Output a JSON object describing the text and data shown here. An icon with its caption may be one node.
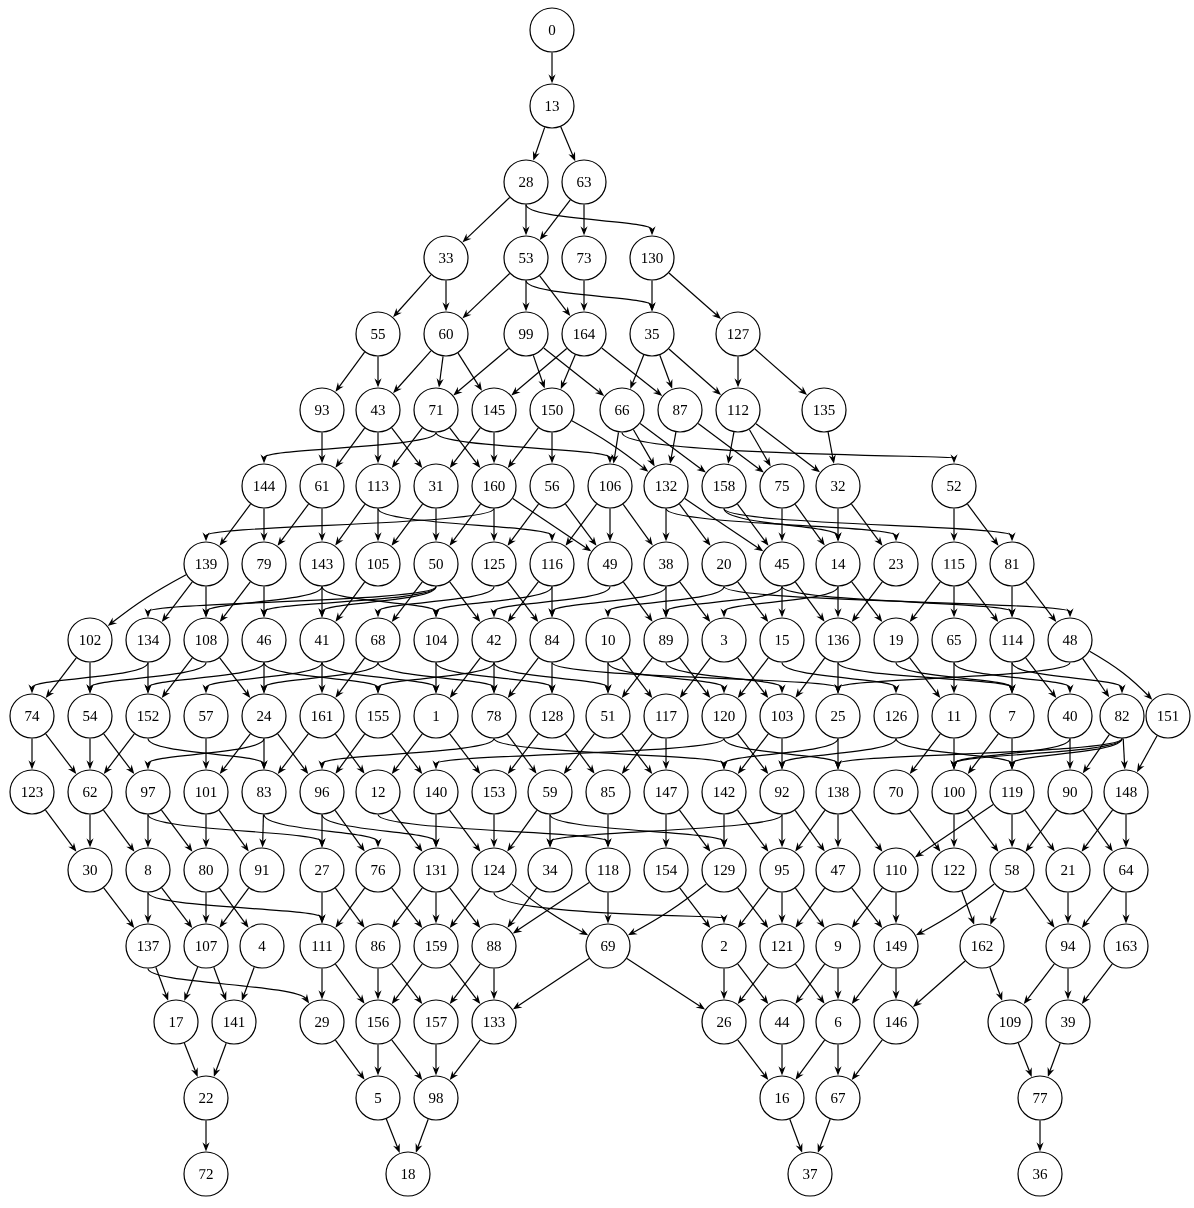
{
  "diagram": {
    "nodes": [
      {
        "text": [
          "0"
        ]
      },
      {
        "text": [
          "13"
        ]
      },
      {
        "text": [
          "28"
        ]
      },
      {
        "text": [
          "63"
        ]
      },
      {
        "text": [
          "33"
        ]
      },
      {
        "text": [
          "53"
        ]
      },
      {
        "text": [
          "73"
        ]
      },
      {
        "text": [
          "130"
        ]
      },
      {
        "text": [
          "55"
        ]
      },
      {
        "text": [
          "60"
        ]
      },
      {
        "text": [
          "99"
        ]
      },
      {
        "text": [
          "164"
        ]
      },
      {
        "text": [
          "35"
        ]
      },
      {
        "text": [
          "127"
        ]
      },
      {
        "text": [
          "93"
        ]
      },
      {
        "text": [
          "43"
        ]
      },
      {
        "text": [
          "71"
        ]
      },
      {
        "text": [
          "145"
        ]
      },
      {
        "text": [
          "150"
        ]
      },
      {
        "text": [
          "66"
        ]
      },
      {
        "text": [
          "87"
        ]
      },
      {
        "text": [
          "112"
        ]
      },
      {
        "text": [
          "135"
        ]
      },
      {
        "text": [
          "144"
        ]
      },
      {
        "text": [
          "61"
        ]
      },
      {
        "text": [
          "113"
        ]
      },
      {
        "text": [
          "31"
        ]
      },
      {
        "text": [
          "160"
        ]
      },
      {
        "text": [
          "56"
        ]
      },
      {
        "text": [
          "106"
        ]
      },
      {
        "text": [
          "132"
        ]
      },
      {
        "text": [
          "158"
        ]
      },
      {
        "text": [
          "75"
        ]
      },
      {
        "text": [
          "32"
        ]
      },
      {
        "text": [
          "52"
        ]
      },
      {
        "text": [
          "139"
        ]
      },
      {
        "text": [
          "79"
        ]
      },
      {
        "text": [
          "143"
        ]
      },
      {
        "text": [
          "105"
        ]
      },
      {
        "text": [
          "50"
        ]
      },
      {
        "text": [
          "125"
        ]
      },
      {
        "text": [
          "116"
        ]
      },
      {
        "text": [
          "49"
        ]
      },
      {
        "text": [
          "38"
        ]
      },
      {
        "text": [
          "20"
        ]
      },
      {
        "text": [
          "45"
        ]
      },
      {
        "text": [
          "14"
        ]
      },
      {
        "text": [
          "23"
        ]
      },
      {
        "text": [
          "115"
        ]
      },
      {
        "text": [
          "81"
        ]
      },
      {
        "text": [
          "102"
        ]
      },
      {
        "text": [
          "134"
        ]
      },
      {
        "text": [
          "108"
        ]
      },
      {
        "text": [
          "46"
        ]
      },
      {
        "text": [
          "41"
        ]
      },
      {
        "text": [
          "68"
        ]
      },
      {
        "text": [
          "104"
        ]
      },
      {
        "text": [
          "42"
        ]
      },
      {
        "text": [
          "84"
        ]
      },
      {
        "text": [
          "10"
        ]
      },
      {
        "text": [
          "89"
        ]
      },
      {
        "text": [
          "3"
        ]
      },
      {
        "text": [
          "15"
        ]
      },
      {
        "text": [
          "136"
        ]
      },
      {
        "text": [
          "19"
        ]
      },
      {
        "text": [
          "65"
        ]
      },
      {
        "text": [
          "114"
        ]
      },
      {
        "text": [
          "48"
        ]
      },
      {
        "text": [
          "74"
        ]
      },
      {
        "text": [
          "54"
        ]
      },
      {
        "text": [
          "152"
        ]
      },
      {
        "text": [
          "57"
        ]
      },
      {
        "text": [
          "24"
        ]
      },
      {
        "text": [
          "161"
        ]
      },
      {
        "text": [
          "155"
        ]
      },
      {
        "text": [
          "1"
        ]
      },
      {
        "text": [
          "78"
        ]
      },
      {
        "text": [
          "128"
        ]
      },
      {
        "text": [
          "51"
        ]
      },
      {
        "text": [
          "117"
        ]
      },
      {
        "text": [
          "120"
        ]
      },
      {
        "text": [
          "103"
        ]
      },
      {
        "text": [
          "25"
        ]
      },
      {
        "text": [
          "126"
        ]
      },
      {
        "text": [
          "11"
        ]
      },
      {
        "text": [
          "7"
        ]
      },
      {
        "text": [
          "40"
        ]
      },
      {
        "text": [
          "82"
        ]
      },
      {
        "text": [
          "151"
        ]
      },
      {
        "text": [
          "123"
        ]
      },
      {
        "text": [
          "62"
        ]
      },
      {
        "text": [
          "97"
        ]
      },
      {
        "text": [
          "101"
        ]
      },
      {
        "text": [
          "83"
        ]
      },
      {
        "text": [
          "96"
        ]
      },
      {
        "text": [
          "12"
        ]
      },
      {
        "text": [
          "140"
        ]
      },
      {
        "text": [
          "153"
        ]
      },
      {
        "text": [
          "59"
        ]
      },
      {
        "text": [
          "85"
        ]
      },
      {
        "text": [
          "147"
        ]
      },
      {
        "text": [
          "142"
        ]
      },
      {
        "text": [
          "92"
        ]
      },
      {
        "text": [
          "138"
        ]
      },
      {
        "text": [
          "70"
        ]
      },
      {
        "text": [
          "100"
        ]
      },
      {
        "text": [
          "119"
        ]
      },
      {
        "text": [
          "90"
        ]
      },
      {
        "text": [
          "148"
        ]
      },
      {
        "text": [
          "30"
        ]
      },
      {
        "text": [
          "8"
        ]
      },
      {
        "text": [
          "80"
        ]
      },
      {
        "text": [
          "91"
        ]
      },
      {
        "text": [
          "27"
        ]
      },
      {
        "text": [
          "76"
        ]
      },
      {
        "text": [
          "131"
        ]
      },
      {
        "text": [
          "124"
        ]
      },
      {
        "text": [
          "34"
        ]
      },
      {
        "text": [
          "118"
        ]
      },
      {
        "text": [
          "154"
        ]
      },
      {
        "text": [
          "129"
        ]
      },
      {
        "text": [
          "95"
        ]
      },
      {
        "text": [
          "47"
        ]
      },
      {
        "text": [
          "110"
        ]
      },
      {
        "text": [
          "122"
        ]
      },
      {
        "text": [
          "58"
        ]
      },
      {
        "text": [
          "21"
        ]
      },
      {
        "text": [
          "64"
        ]
      },
      {
        "text": [
          "137"
        ]
      },
      {
        "text": [
          "107"
        ]
      },
      {
        "text": [
          "4"
        ]
      },
      {
        "text": [
          "111"
        ]
      },
      {
        "text": [
          "86"
        ]
      },
      {
        "text": [
          "159"
        ]
      },
      {
        "text": [
          "88"
        ]
      },
      {
        "text": [
          "69"
        ]
      },
      {
        "text": [
          "2"
        ]
      },
      {
        "text": [
          "121"
        ]
      },
      {
        "text": [
          "9"
        ]
      },
      {
        "text": [
          "149"
        ]
      },
      {
        "text": [
          "162"
        ]
      },
      {
        "text": [
          "94"
        ]
      },
      {
        "text": [
          "163"
        ]
      },
      {
        "text": [
          "17"
        ]
      },
      {
        "text": [
          "141"
        ]
      },
      {
        "text": [
          "29"
        ]
      },
      {
        "text": [
          "156"
        ]
      },
      {
        "text": [
          "157"
        ]
      },
      {
        "text": [
          "133"
        ]
      },
      {
        "text": [
          "26"
        ]
      },
      {
        "text": [
          "44"
        ]
      },
      {
        "text": [
          "6"
        ]
      },
      {
        "text": [
          "146"
        ]
      },
      {
        "text": [
          "109"
        ]
      },
      {
        "text": [
          "39"
        ]
      },
      {
        "text": [
          "22"
        ]
      },
      {
        "text": [
          "5"
        ]
      },
      {
        "text": [
          "98"
        ]
      },
      {
        "text": [
          "16"
        ]
      },
      {
        "text": [
          "67"
        ]
      },
      {
        "text": [
          "77"
        ]
      },
      {
        "text": [
          "72"
        ]
      },
      {
        "text": [
          "18"
        ]
      },
      {
        "text": [
          "37"
        ]
      },
      {
        "text": [
          "36"
        ]
      }
    ],
    "edges": [
      {
        "from": 0,
        "to": 1,
        "arrow": "to"
      },
      {
        "from": 1,
        "to": 2,
        "arrow": "to"
      },
      {
        "from": 1,
        "to": 3,
        "arrow": "to"
      },
      {
        "from": 2,
        "to": 4,
        "arrow": "to"
      },
      {
        "from": 2,
        "to": 5,
        "arrow": "to"
      },
      {
        "from": 2,
        "to": 7,
        "arrow": "to"
      },
      {
        "from": 3,
        "to": 5,
        "arrow": "to"
      },
      {
        "from": 3,
        "to": 6,
        "arrow": "to"
      },
      {
        "from": 5,
        "to": 9,
        "arrow": "to"
      },
      {
        "from": 5,
        "to": 10,
        "arrow": "to"
      },
      {
        "from": 5,
        "to": 11,
        "arrow": "to"
      },
      {
        "from": 5,
        "to": 12,
        "arrow": "to"
      },
      {
        "from": 6,
        "to": 11,
        "arrow": "to"
      },
      {
        "from": 7,
        "to": 12,
        "arrow": "to"
      },
      {
        "from": 7,
        "to": 13,
        "arrow": "to"
      },
      {
        "from": 4,
        "to": 8,
        "arrow": "to"
      },
      {
        "from": 4,
        "to": 9,
        "arrow": "to"
      },
      {
        "from": 8,
        "to": 14,
        "arrow": "to"
      },
      {
        "from": 8,
        "to": 15,
        "arrow": "to"
      },
      {
        "from": 9,
        "to": 15,
        "arrow": "to"
      },
      {
        "from": 9,
        "to": 16,
        "arrow": "to"
      },
      {
        "from": 9,
        "to": 17,
        "arrow": "to"
      },
      {
        "from": 10,
        "to": 16,
        "arrow": "to"
      },
      {
        "from": 10,
        "to": 18,
        "arrow": "to"
      },
      {
        "from": 10,
        "to": 19,
        "arrow": "to"
      },
      {
        "from": 11,
        "to": 17,
        "arrow": "to"
      },
      {
        "from": 11,
        "to": 18,
        "arrow": "to"
      },
      {
        "from": 11,
        "to": 20,
        "arrow": "to"
      },
      {
        "from": 12,
        "to": 19,
        "arrow": "to"
      },
      {
        "from": 12,
        "to": 20,
        "arrow": "to"
      },
      {
        "from": 12,
        "to": 21,
        "arrow": "to"
      },
      {
        "from": 13,
        "to": 21,
        "arrow": "to"
      },
      {
        "from": 13,
        "to": 22,
        "arrow": "to"
      },
      {
        "from": 14,
        "to": 24,
        "arrow": "to"
      },
      {
        "from": 15,
        "to": 24,
        "arrow": "to"
      },
      {
        "from": 15,
        "to": 25,
        "arrow": "to"
      },
      {
        "from": 15,
        "to": 26,
        "arrow": "to"
      },
      {
        "from": 16,
        "to": 23,
        "arrow": "to"
      },
      {
        "from": 16,
        "to": 25,
        "arrow": "to"
      },
      {
        "from": 16,
        "to": 27,
        "arrow": "to"
      },
      {
        "from": 16,
        "to": 29,
        "arrow": "to"
      },
      {
        "from": 17,
        "to": 26,
        "arrow": "to"
      },
      {
        "from": 17,
        "to": 27,
        "arrow": "to"
      },
      {
        "from": 18,
        "to": 27,
        "arrow": "to"
      },
      {
        "from": 18,
        "to": 28,
        "arrow": "to"
      },
      {
        "from": 18,
        "to": 30,
        "arrow": "to"
      },
      {
        "from": 19,
        "to": 29,
        "arrow": "to"
      },
      {
        "from": 19,
        "to": 30,
        "arrow": "to"
      },
      {
        "from": 19,
        "to": 31,
        "arrow": "to"
      },
      {
        "from": 19,
        "to": 34,
        "arrow": "to"
      },
      {
        "from": 20,
        "to": 30,
        "arrow": "to"
      },
      {
        "from": 20,
        "to": 32,
        "arrow": "to"
      },
      {
        "from": 21,
        "to": 31,
        "arrow": "to"
      },
      {
        "from": 21,
        "to": 32,
        "arrow": "to"
      },
      {
        "from": 21,
        "to": 33,
        "arrow": "to"
      },
      {
        "from": 22,
        "to": 33,
        "arrow": "to"
      },
      {
        "from": 23,
        "to": 35,
        "arrow": "to"
      },
      {
        "from": 23,
        "to": 36,
        "arrow": "to"
      },
      {
        "from": 24,
        "to": 36,
        "arrow": "to"
      },
      {
        "from": 24,
        "to": 37,
        "arrow": "to"
      },
      {
        "from": 25,
        "to": 37,
        "arrow": "to"
      },
      {
        "from": 25,
        "to": 38,
        "arrow": "to"
      },
      {
        "from": 25,
        "to": 41,
        "arrow": "to"
      },
      {
        "from": 26,
        "to": 38,
        "arrow": "to"
      },
      {
        "from": 26,
        "to": 39,
        "arrow": "to"
      },
      {
        "from": 27,
        "to": 35,
        "arrow": "to"
      },
      {
        "from": 27,
        "to": 39,
        "arrow": "to"
      },
      {
        "from": 27,
        "to": 40,
        "arrow": "to"
      },
      {
        "from": 27,
        "to": 42,
        "arrow": "to"
      },
      {
        "from": 28,
        "to": 40,
        "arrow": "to"
      },
      {
        "from": 28,
        "to": 42,
        "arrow": "to"
      },
      {
        "from": 29,
        "to": 41,
        "arrow": "to"
      },
      {
        "from": 29,
        "to": 42,
        "arrow": "to"
      },
      {
        "from": 29,
        "to": 43,
        "arrow": "to"
      },
      {
        "from": 30,
        "to": 43,
        "arrow": "to"
      },
      {
        "from": 30,
        "to": 44,
        "arrow": "to"
      },
      {
        "from": 30,
        "to": 45,
        "arrow": "to"
      },
      {
        "from": 30,
        "to": 47,
        "arrow": "to"
      },
      {
        "from": 31,
        "to": 45,
        "arrow": "to"
      },
      {
        "from": 31,
        "to": 46,
        "arrow": "to"
      },
      {
        "from": 31,
        "to": 49,
        "arrow": "to"
      },
      {
        "from": 32,
        "to": 45,
        "arrow": "to"
      },
      {
        "from": 32,
        "to": 46,
        "arrow": "to"
      },
      {
        "from": 33,
        "to": 46,
        "arrow": "to"
      },
      {
        "from": 33,
        "to": 47,
        "arrow": "to"
      },
      {
        "from": 34,
        "to": 48,
        "arrow": "to"
      },
      {
        "from": 34,
        "to": 49,
        "arrow": "to"
      },
      {
        "from": 35,
        "to": 50,
        "arrow": "to"
      },
      {
        "from": 35,
        "to": 51,
        "arrow": "to"
      },
      {
        "from": 35,
        "to": 52,
        "arrow": "to"
      },
      {
        "from": 36,
        "to": 52,
        "arrow": "to"
      },
      {
        "from": 36,
        "to": 53,
        "arrow": "to"
      },
      {
        "from": 37,
        "to": 52,
        "arrow": "to"
      },
      {
        "from": 37,
        "to": 54,
        "arrow": "to"
      },
      {
        "from": 37,
        "to": 56,
        "arrow": "to"
      },
      {
        "from": 38,
        "to": 54,
        "arrow": "to"
      },
      {
        "from": 39,
        "to": 51,
        "arrow": "to"
      },
      {
        "from": 39,
        "to": 53,
        "arrow": "to"
      },
      {
        "from": 39,
        "to": 54,
        "arrow": "to"
      },
      {
        "from": 39,
        "to": 55,
        "arrow": "to"
      },
      {
        "from": 39,
        "to": 57,
        "arrow": "to"
      },
      {
        "from": 40,
        "to": 55,
        "arrow": "to"
      },
      {
        "from": 40,
        "to": 58,
        "arrow": "to"
      },
      {
        "from": 41,
        "to": 56,
        "arrow": "to"
      },
      {
        "from": 41,
        "to": 57,
        "arrow": "to"
      },
      {
        "from": 41,
        "to": 58,
        "arrow": "to"
      },
      {
        "from": 42,
        "to": 57,
        "arrow": "to"
      },
      {
        "from": 42,
        "to": 60,
        "arrow": "to"
      },
      {
        "from": 43,
        "to": 58,
        "arrow": "to"
      },
      {
        "from": 43,
        "to": 60,
        "arrow": "to"
      },
      {
        "from": 43,
        "to": 61,
        "arrow": "to"
      },
      {
        "from": 44,
        "to": 59,
        "arrow": "to"
      },
      {
        "from": 44,
        "to": 62,
        "arrow": "to"
      },
      {
        "from": 44,
        "to": 67,
        "arrow": "to"
      },
      {
        "from": 45,
        "to": 60,
        "arrow": "to"
      },
      {
        "from": 45,
        "to": 62,
        "arrow": "to"
      },
      {
        "from": 45,
        "to": 63,
        "arrow": "to"
      },
      {
        "from": 45,
        "to": 66,
        "arrow": "to"
      },
      {
        "from": 46,
        "to": 61,
        "arrow": "to"
      },
      {
        "from": 46,
        "to": 63,
        "arrow": "to"
      },
      {
        "from": 46,
        "to": 64,
        "arrow": "to"
      },
      {
        "from": 47,
        "to": 63,
        "arrow": "to"
      },
      {
        "from": 48,
        "to": 64,
        "arrow": "to"
      },
      {
        "from": 48,
        "to": 65,
        "arrow": "to"
      },
      {
        "from": 48,
        "to": 66,
        "arrow": "to"
      },
      {
        "from": 49,
        "to": 66,
        "arrow": "to"
      },
      {
        "from": 49,
        "to": 67,
        "arrow": "to"
      },
      {
        "from": 50,
        "to": 68,
        "arrow": "to"
      },
      {
        "from": 50,
        "to": 69,
        "arrow": "to"
      },
      {
        "from": 51,
        "to": 68,
        "arrow": "to"
      },
      {
        "from": 51,
        "to": 70,
        "arrow": "to"
      },
      {
        "from": 52,
        "to": 69,
        "arrow": "to"
      },
      {
        "from": 52,
        "to": 70,
        "arrow": "to"
      },
      {
        "from": 52,
        "to": 72,
        "arrow": "to"
      },
      {
        "from": 53,
        "to": 70,
        "arrow": "to"
      },
      {
        "from": 53,
        "to": 72,
        "arrow": "to"
      },
      {
        "from": 53,
        "to": 74,
        "arrow": "to"
      },
      {
        "from": 54,
        "to": 71,
        "arrow": "to"
      },
      {
        "from": 54,
        "to": 73,
        "arrow": "to"
      },
      {
        "from": 54,
        "to": 75,
        "arrow": "to"
      },
      {
        "from": 55,
        "to": 72,
        "arrow": "to"
      },
      {
        "from": 55,
        "to": 73,
        "arrow": "to"
      },
      {
        "from": 55,
        "to": 76,
        "arrow": "to"
      },
      {
        "from": 56,
        "to": 75,
        "arrow": "to"
      },
      {
        "from": 56,
        "to": 77,
        "arrow": "to"
      },
      {
        "from": 57,
        "to": 74,
        "arrow": "to"
      },
      {
        "from": 57,
        "to": 75,
        "arrow": "to"
      },
      {
        "from": 57,
        "to": 76,
        "arrow": "to"
      },
      {
        "from": 57,
        "to": 78,
        "arrow": "to"
      },
      {
        "from": 58,
        "to": 76,
        "arrow": "to"
      },
      {
        "from": 58,
        "to": 77,
        "arrow": "to"
      },
      {
        "from": 58,
        "to": 82,
        "arrow": "to"
      },
      {
        "from": 59,
        "to": 78,
        "arrow": "to"
      },
      {
        "from": 59,
        "to": 79,
        "arrow": "to"
      },
      {
        "from": 59,
        "to": 80,
        "arrow": "to"
      },
      {
        "from": 60,
        "to": 78,
        "arrow": "to"
      },
      {
        "from": 60,
        "to": 80,
        "arrow": "to"
      },
      {
        "from": 60,
        "to": 81,
        "arrow": "to"
      },
      {
        "from": 61,
        "to": 79,
        "arrow": "to"
      },
      {
        "from": 61,
        "to": 81,
        "arrow": "to"
      },
      {
        "from": 62,
        "to": 80,
        "arrow": "to"
      },
      {
        "from": 62,
        "to": 83,
        "arrow": "to"
      },
      {
        "from": 63,
        "to": 81,
        "arrow": "to"
      },
      {
        "from": 63,
        "to": 82,
        "arrow": "to"
      },
      {
        "from": 63,
        "to": 85,
        "arrow": "to"
      },
      {
        "from": 64,
        "to": 84,
        "arrow": "to"
      },
      {
        "from": 64,
        "to": 85,
        "arrow": "to"
      },
      {
        "from": 65,
        "to": 84,
        "arrow": "to"
      },
      {
        "from": 65,
        "to": 86,
        "arrow": "to"
      },
      {
        "from": 66,
        "to": 85,
        "arrow": "to"
      },
      {
        "from": 66,
        "to": 86,
        "arrow": "to"
      },
      {
        "from": 66,
        "to": 87,
        "arrow": "to"
      },
      {
        "from": 67,
        "to": 82,
        "arrow": "to"
      },
      {
        "from": 67,
        "to": 87,
        "arrow": "to"
      },
      {
        "from": 67,
        "to": 88,
        "arrow": "to"
      },
      {
        "from": 68,
        "to": 89,
        "arrow": "to"
      },
      {
        "from": 68,
        "to": 90,
        "arrow": "to"
      },
      {
        "from": 69,
        "to": 90,
        "arrow": "to"
      },
      {
        "from": 69,
        "to": 91,
        "arrow": "to"
      },
      {
        "from": 70,
        "to": 90,
        "arrow": "to"
      },
      {
        "from": 70,
        "to": 93,
        "arrow": "to"
      },
      {
        "from": 71,
        "to": 92,
        "arrow": "to"
      },
      {
        "from": 72,
        "to": 91,
        "arrow": "to"
      },
      {
        "from": 72,
        "to": 92,
        "arrow": "to"
      },
      {
        "from": 72,
        "to": 93,
        "arrow": "to"
      },
      {
        "from": 72,
        "to": 94,
        "arrow": "to"
      },
      {
        "from": 73,
        "to": 93,
        "arrow": "to"
      },
      {
        "from": 73,
        "to": 95,
        "arrow": "to"
      },
      {
        "from": 74,
        "to": 94,
        "arrow": "to"
      },
      {
        "from": 74,
        "to": 96,
        "arrow": "to"
      },
      {
        "from": 75,
        "to": 95,
        "arrow": "to"
      },
      {
        "from": 75,
        "to": 97,
        "arrow": "to"
      },
      {
        "from": 76,
        "to": 94,
        "arrow": "to"
      },
      {
        "from": 76,
        "to": 98,
        "arrow": "to"
      },
      {
        "from": 76,
        "to": 101,
        "arrow": "to"
      },
      {
        "from": 77,
        "to": 97,
        "arrow": "to"
      },
      {
        "from": 77,
        "to": 99,
        "arrow": "to"
      },
      {
        "from": 78,
        "to": 98,
        "arrow": "to"
      },
      {
        "from": 78,
        "to": 100,
        "arrow": "to"
      },
      {
        "from": 79,
        "to": 99,
        "arrow": "to"
      },
      {
        "from": 79,
        "to": 100,
        "arrow": "to"
      },
      {
        "from": 80,
        "to": 96,
        "arrow": "to"
      },
      {
        "from": 80,
        "to": 102,
        "arrow": "to"
      },
      {
        "from": 80,
        "to": 103,
        "arrow": "to"
      },
      {
        "from": 81,
        "to": 101,
        "arrow": "to"
      },
      {
        "from": 81,
        "to": 102,
        "arrow": "to"
      },
      {
        "from": 82,
        "to": 101,
        "arrow": "to"
      },
      {
        "from": 82,
        "to": 103,
        "arrow": "to"
      },
      {
        "from": 83,
        "to": 102,
        "arrow": "to"
      },
      {
        "from": 83,
        "to": 106,
        "arrow": "to"
      },
      {
        "from": 84,
        "to": 104,
        "arrow": "to"
      },
      {
        "from": 84,
        "to": 105,
        "arrow": "to"
      },
      {
        "from": 85,
        "to": 105,
        "arrow": "to"
      },
      {
        "from": 85,
        "to": 106,
        "arrow": "to"
      },
      {
        "from": 86,
        "to": 105,
        "arrow": "to"
      },
      {
        "from": 86,
        "to": 107,
        "arrow": "to"
      },
      {
        "from": 87,
        "to": 103,
        "arrow": "to"
      },
      {
        "from": 87,
        "to": 105,
        "arrow": "to"
      },
      {
        "from": 87,
        "to": 106,
        "arrow": "to"
      },
      {
        "from": 87,
        "to": 107,
        "arrow": "to"
      },
      {
        "from": 87,
        "to": 108,
        "arrow": "to"
      },
      {
        "from": 88,
        "to": 108,
        "arrow": "to"
      },
      {
        "from": 89,
        "to": 109,
        "arrow": "to"
      },
      {
        "from": 90,
        "to": 109,
        "arrow": "to"
      },
      {
        "from": 90,
        "to": 110,
        "arrow": "to"
      },
      {
        "from": 91,
        "to": 110,
        "arrow": "to"
      },
      {
        "from": 91,
        "to": 111,
        "arrow": "to"
      },
      {
        "from": 91,
        "to": 113,
        "arrow": "to"
      },
      {
        "from": 92,
        "to": 111,
        "arrow": "to"
      },
      {
        "from": 92,
        "to": 112,
        "arrow": "to"
      },
      {
        "from": 93,
        "to": 112,
        "arrow": "to"
      },
      {
        "from": 93,
        "to": 114,
        "arrow": "to"
      },
      {
        "from": 94,
        "to": 113,
        "arrow": "to"
      },
      {
        "from": 94,
        "to": 114,
        "arrow": "to"
      },
      {
        "from": 94,
        "to": 115,
        "arrow": "to"
      },
      {
        "from": 95,
        "to": 115,
        "arrow": "to"
      },
      {
        "from": 95,
        "to": 118,
        "arrow": "to"
      },
      {
        "from": 96,
        "to": 115,
        "arrow": "to"
      },
      {
        "from": 96,
        "to": 116,
        "arrow": "to"
      },
      {
        "from": 97,
        "to": 116,
        "arrow": "to"
      },
      {
        "from": 98,
        "to": 116,
        "arrow": "to"
      },
      {
        "from": 98,
        "to": 117,
        "arrow": "to"
      },
      {
        "from": 98,
        "to": 120,
        "arrow": "to"
      },
      {
        "from": 99,
        "to": 118,
        "arrow": "to"
      },
      {
        "from": 100,
        "to": 119,
        "arrow": "to"
      },
      {
        "from": 100,
        "to": 120,
        "arrow": "to"
      },
      {
        "from": 101,
        "to": 120,
        "arrow": "to"
      },
      {
        "from": 101,
        "to": 121,
        "arrow": "to"
      },
      {
        "from": 102,
        "to": 121,
        "arrow": "to"
      },
      {
        "from": 102,
        "to": 122,
        "arrow": "to"
      },
      {
        "from": 102,
        "to": 117,
        "arrow": "to"
      },
      {
        "from": 103,
        "to": 121,
        "arrow": "to"
      },
      {
        "from": 103,
        "to": 122,
        "arrow": "to"
      },
      {
        "from": 103,
        "to": 123,
        "arrow": "to"
      },
      {
        "from": 104,
        "to": 124,
        "arrow": "to"
      },
      {
        "from": 105,
        "to": 124,
        "arrow": "to"
      },
      {
        "from": 105,
        "to": 125,
        "arrow": "to"
      },
      {
        "from": 106,
        "to": 123,
        "arrow": "to"
      },
      {
        "from": 106,
        "to": 125,
        "arrow": "to"
      },
      {
        "from": 106,
        "to": 126,
        "arrow": "to"
      },
      {
        "from": 107,
        "to": 125,
        "arrow": "to"
      },
      {
        "from": 107,
        "to": 127,
        "arrow": "to"
      },
      {
        "from": 108,
        "to": 126,
        "arrow": "to"
      },
      {
        "from": 108,
        "to": 127,
        "arrow": "to"
      },
      {
        "from": 109,
        "to": 128,
        "arrow": "to"
      },
      {
        "from": 110,
        "to": 128,
        "arrow": "to"
      },
      {
        "from": 110,
        "to": 129,
        "arrow": "to"
      },
      {
        "from": 110,
        "to": 131,
        "arrow": "to"
      },
      {
        "from": 111,
        "to": 129,
        "arrow": "to"
      },
      {
        "from": 111,
        "to": 130,
        "arrow": "to"
      },
      {
        "from": 112,
        "to": 129,
        "arrow": "to"
      },
      {
        "from": 113,
        "to": 131,
        "arrow": "to"
      },
      {
        "from": 113,
        "to": 132,
        "arrow": "to"
      },
      {
        "from": 114,
        "to": 131,
        "arrow": "to"
      },
      {
        "from": 114,
        "to": 133,
        "arrow": "to"
      },
      {
        "from": 115,
        "to": 132,
        "arrow": "to"
      },
      {
        "from": 115,
        "to": 133,
        "arrow": "to"
      },
      {
        "from": 115,
        "to": 134,
        "arrow": "to"
      },
      {
        "from": 116,
        "to": 133,
        "arrow": "to"
      },
      {
        "from": 116,
        "to": 135,
        "arrow": "to"
      },
      {
        "from": 116,
        "to": 136,
        "arrow": "to"
      },
      {
        "from": 117,
        "to": 134,
        "arrow": "to"
      },
      {
        "from": 118,
        "to": 135,
        "arrow": "to"
      },
      {
        "from": 118,
        "to": 134,
        "arrow": "to"
      },
      {
        "from": 119,
        "to": 136,
        "arrow": "to"
      },
      {
        "from": 120,
        "to": 135,
        "arrow": "to"
      },
      {
        "from": 120,
        "to": 137,
        "arrow": "to"
      },
      {
        "from": 121,
        "to": 136,
        "arrow": "to"
      },
      {
        "from": 121,
        "to": 137,
        "arrow": "to"
      },
      {
        "from": 121,
        "to": 138,
        "arrow": "to"
      },
      {
        "from": 122,
        "to": 137,
        "arrow": "to"
      },
      {
        "from": 122,
        "to": 139,
        "arrow": "to"
      },
      {
        "from": 123,
        "to": 138,
        "arrow": "to"
      },
      {
        "from": 123,
        "to": 139,
        "arrow": "to"
      },
      {
        "from": 124,
        "to": 140,
        "arrow": "to"
      },
      {
        "from": 125,
        "to": 139,
        "arrow": "to"
      },
      {
        "from": 125,
        "to": 140,
        "arrow": "to"
      },
      {
        "from": 125,
        "to": 141,
        "arrow": "to"
      },
      {
        "from": 126,
        "to": 141,
        "arrow": "to"
      },
      {
        "from": 127,
        "to": 141,
        "arrow": "to"
      },
      {
        "from": 127,
        "to": 142,
        "arrow": "to"
      },
      {
        "from": 128,
        "to": 143,
        "arrow": "to"
      },
      {
        "from": 128,
        "to": 145,
        "arrow": "to"
      },
      {
        "from": 129,
        "to": 143,
        "arrow": "to"
      },
      {
        "from": 129,
        "to": 144,
        "arrow": "to"
      },
      {
        "from": 130,
        "to": 144,
        "arrow": "to"
      },
      {
        "from": 131,
        "to": 145,
        "arrow": "to"
      },
      {
        "from": 131,
        "to": 146,
        "arrow": "to"
      },
      {
        "from": 132,
        "to": 146,
        "arrow": "to"
      },
      {
        "from": 132,
        "to": 147,
        "arrow": "to"
      },
      {
        "from": 133,
        "to": 146,
        "arrow": "to"
      },
      {
        "from": 133,
        "to": 148,
        "arrow": "to"
      },
      {
        "from": 134,
        "to": 147,
        "arrow": "to"
      },
      {
        "from": 134,
        "to": 148,
        "arrow": "to"
      },
      {
        "from": 135,
        "to": 148,
        "arrow": "to"
      },
      {
        "from": 135,
        "to": 149,
        "arrow": "to"
      },
      {
        "from": 136,
        "to": 149,
        "arrow": "to"
      },
      {
        "from": 136,
        "to": 150,
        "arrow": "to"
      },
      {
        "from": 137,
        "to": 149,
        "arrow": "to"
      },
      {
        "from": 137,
        "to": 151,
        "arrow": "to"
      },
      {
        "from": 138,
        "to": 150,
        "arrow": "to"
      },
      {
        "from": 138,
        "to": 151,
        "arrow": "to"
      },
      {
        "from": 139,
        "to": 151,
        "arrow": "to"
      },
      {
        "from": 139,
        "to": 152,
        "arrow": "to"
      },
      {
        "from": 140,
        "to": 152,
        "arrow": "to"
      },
      {
        "from": 140,
        "to": 153,
        "arrow": "to"
      },
      {
        "from": 141,
        "to": 153,
        "arrow": "to"
      },
      {
        "from": 141,
        "to": 154,
        "arrow": "to"
      },
      {
        "from": 142,
        "to": 154,
        "arrow": "to"
      },
      {
        "from": 143,
        "to": 155,
        "arrow": "to"
      },
      {
        "from": 144,
        "to": 155,
        "arrow": "to"
      },
      {
        "from": 145,
        "to": 156,
        "arrow": "to"
      },
      {
        "from": 146,
        "to": 156,
        "arrow": "to"
      },
      {
        "from": 146,
        "to": 157,
        "arrow": "to"
      },
      {
        "from": 147,
        "to": 157,
        "arrow": "to"
      },
      {
        "from": 148,
        "to": 157,
        "arrow": "to"
      },
      {
        "from": 149,
        "to": 158,
        "arrow": "to"
      },
      {
        "from": 150,
        "to": 158,
        "arrow": "to"
      },
      {
        "from": 151,
        "to": 158,
        "arrow": "to"
      },
      {
        "from": 151,
        "to": 159,
        "arrow": "to"
      },
      {
        "from": 152,
        "to": 159,
        "arrow": "to"
      },
      {
        "from": 153,
        "to": 160,
        "arrow": "to"
      },
      {
        "from": 154,
        "to": 160,
        "arrow": "to"
      },
      {
        "from": 155,
        "to": 161,
        "arrow": "to"
      },
      {
        "from": 156,
        "to": 162,
        "arrow": "to"
      },
      {
        "from": 157,
        "to": 162,
        "arrow": "to"
      },
      {
        "from": 158,
        "to": 163,
        "arrow": "to"
      },
      {
        "from": 159,
        "to": 163,
        "arrow": "to"
      },
      {
        "from": 160,
        "to": 164,
        "arrow": "to"
      }
    ]
  }
}
